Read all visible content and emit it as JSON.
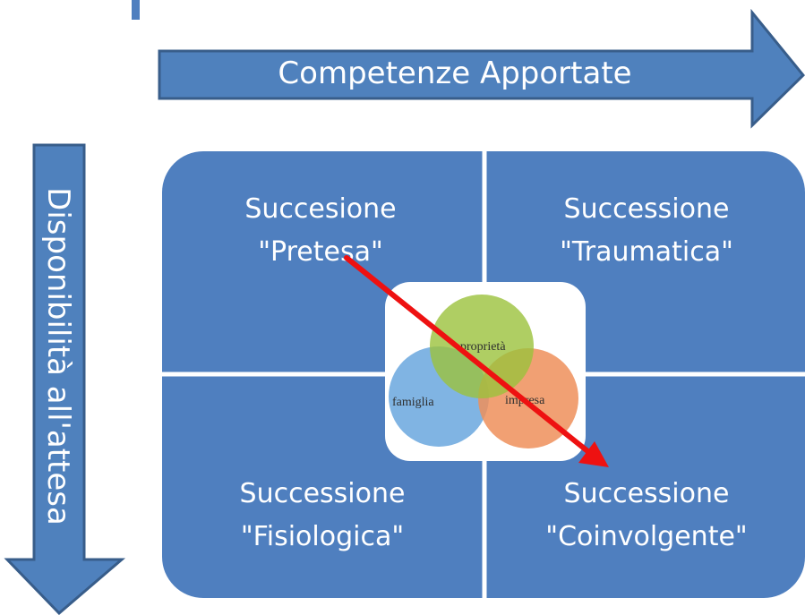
{
  "axes": {
    "horizontal_label": "Competenze Apportate",
    "vertical_label": "Disponibilità all'attesa"
  },
  "quadrants": {
    "top_left": {
      "line1": "Succesione",
      "line2": "\"Pretesa\""
    },
    "top_right": {
      "line1": "Successione",
      "line2": "\"Traumatica\""
    },
    "bottom_left": {
      "line1": "Successione",
      "line2": "\"Fisiologica\""
    },
    "bottom_right": {
      "line1": "Successione",
      "line2": "\"Coinvolgente\""
    }
  },
  "venn": {
    "top": "proprietà",
    "left": "famiglia",
    "right": "impresa"
  },
  "colors": {
    "box_fill": "#4f7fbf",
    "arrow_fill": "#4f81bd",
    "arrow_stroke": "#385d8a",
    "red_arrow": "#ee1111",
    "venn_green": "#9bc23c",
    "venn_blue": "#6aa7de",
    "venn_orange": "#ef8f5a"
  }
}
